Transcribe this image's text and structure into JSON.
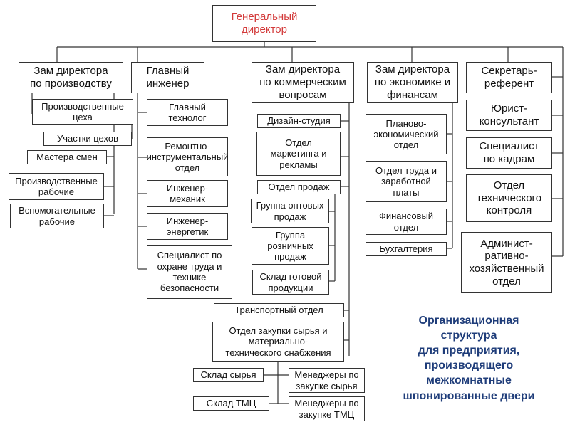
{
  "colors": {
    "title_text": "#d33a3a",
    "caption_text": "#1f3d7a",
    "line": "#333333"
  },
  "top": {
    "general_director": "Генеральный\nдиректор"
  },
  "production": {
    "head": "Зам директора\nпо производству",
    "shops": "Производственные\nцеха",
    "sections": "Участки цехов",
    "shift_masters": "Мастера смен",
    "production_workers": "Производственные\nрабочие",
    "auxiliary_workers": "Вспомогательные\nрабочие"
  },
  "engineering": {
    "head": "Главный\nинженер",
    "chief_technologist": "Главный\nтехнолог",
    "repair_tool_dept": "Ремонтно-\nинструментальный\nотдел",
    "mechanical_engineer": "Инженер-\nмеханик",
    "power_engineer": "Инженер-\nэнергетик",
    "safety_specialist": "Специалист по\nохране труда и\nтехнике\nбезопасности"
  },
  "commercial": {
    "head": "Зам директора\nпо коммерческим\nвопросам",
    "design_studio": "Дизайн-студия",
    "marketing": "Отдел\nмаркетинга и\nрекламы",
    "sales": "Отдел продаж",
    "wholesale": "Группа оптовых\nпродаж",
    "retail": "Группа\nрозничных\nпродаж",
    "finished_goods": "Склад готовой\nпродукции",
    "transport": "Транспортный отдел",
    "procurement": "Отдел закупки сырья и\nматериально-\nтехнического снабжения",
    "raw_warehouse": "Склад сырья",
    "tmc_warehouse": "Склад ТМЦ",
    "raw_managers": "Менеджеры по\nзакупке сырья",
    "tmc_managers": "Менеджеры по\nзакупке ТМЦ"
  },
  "finance": {
    "head": "Зам директора\nпо экономике и\nфинансам",
    "planning": "Планово-\nэкономический\nотдел",
    "labor_wages": "Отдел труда и\nзаработной\nплаты",
    "financial": "Финансовый\nотдел",
    "accounting": "Бухгалтерия"
  },
  "staff": {
    "secretary": "Секретарь-\nреферент",
    "lawyer": "Юрист-\nконсультант",
    "hr": "Специалист\nпо кадрам",
    "quality": "Отдел\nтехнического\nконтроля",
    "admin": "Админист-\nративно-\nхозяйственный\nотдел"
  },
  "caption": "Организационная\nструктура\nдля предприятия,\nпроизводящего\nмежкомнатные\nшпонированные двери"
}
